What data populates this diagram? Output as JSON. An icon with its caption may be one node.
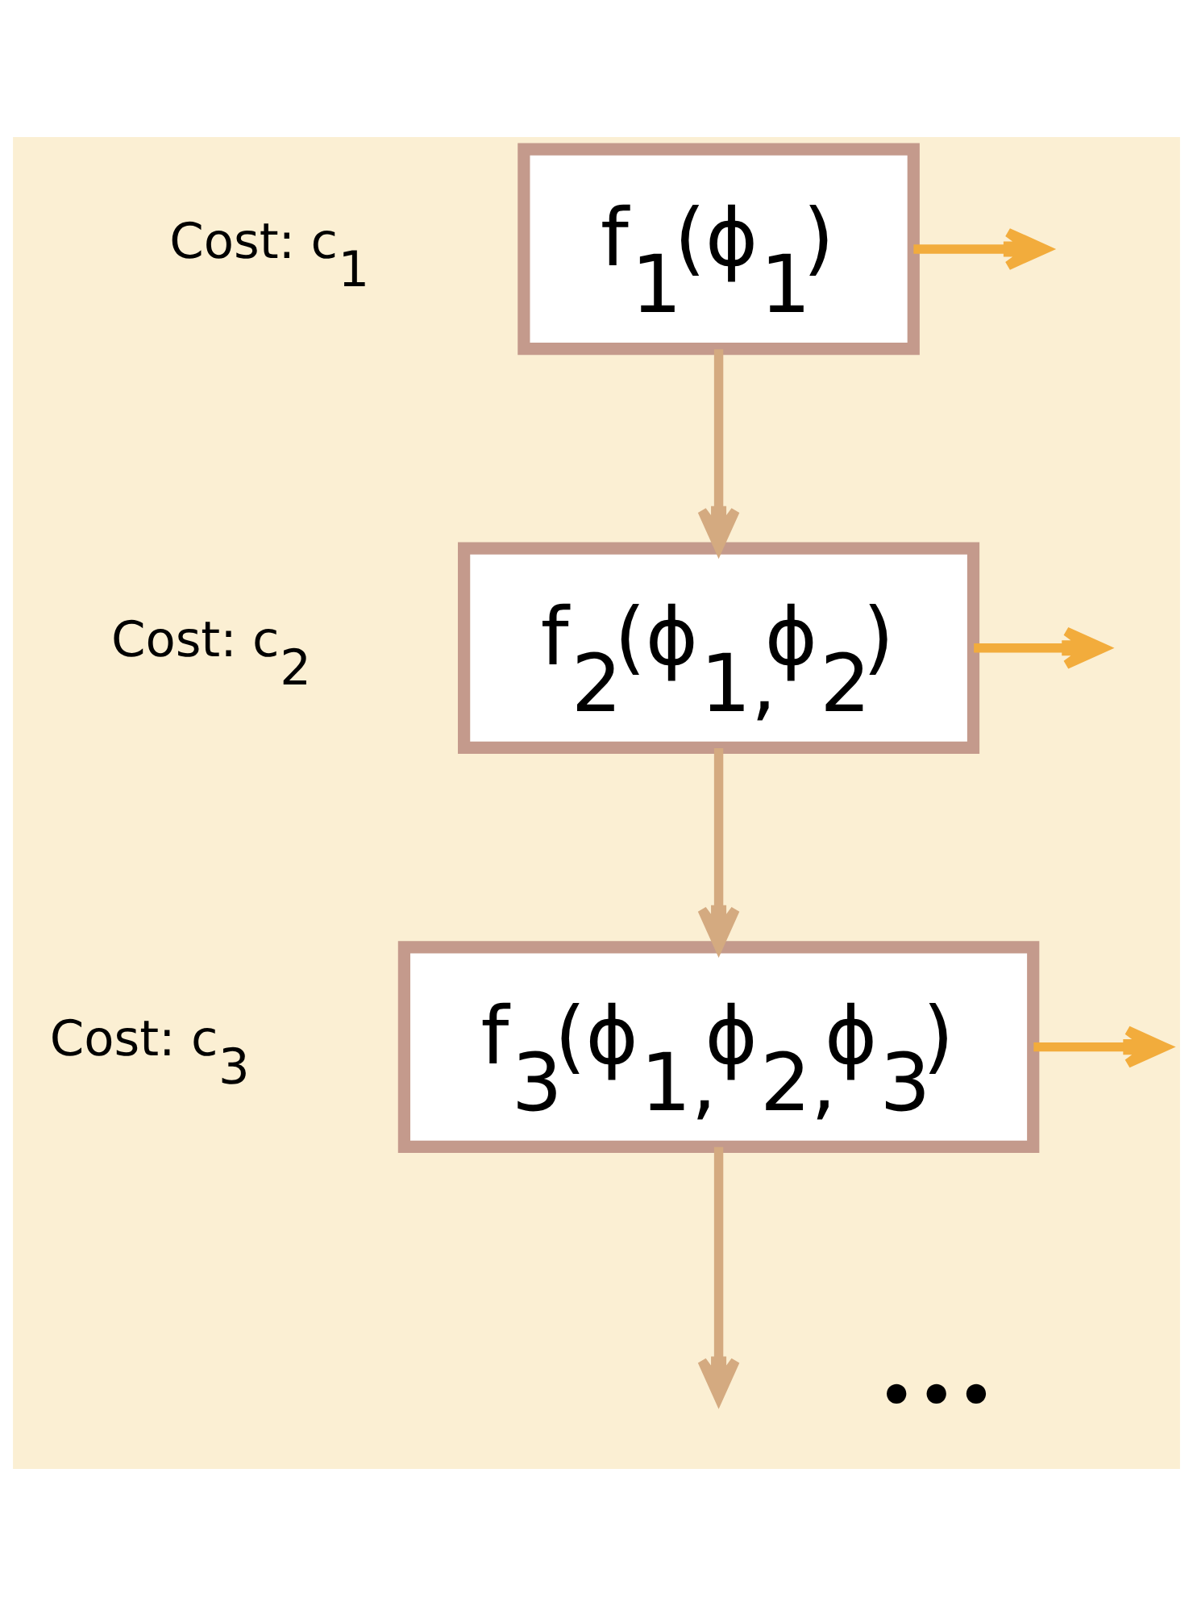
{
  "diagram": {
    "nodes": [
      {
        "text": [
          "f$_{1}$(ϕ$_{1}$)"
        ],
        "beside": [
          "Cost: c$_{1}$"
        ]
      },
      {
        "text": [
          "f$_{2}$(ϕ$_{1,}$ϕ$_{2}$)"
        ],
        "beside": [
          "Cost: c$_{2}$"
        ]
      },
      {
        "text": [
          "f$_{3}$(ϕ$_{1,}$ϕ$_{2,}$ϕ$_{3}$)"
        ],
        "beside": [
          "Cost: c$_{3}$"
        ]
      }
    ],
    "edges": [
      {
        "from": 0,
        "to": null,
        "arrow": "to",
        "color": "#f2ac3c"
      },
      {
        "from": 0,
        "to": 1,
        "arrow": "to",
        "color": "#d4aa80"
      },
      {
        "from": 1,
        "to": null,
        "arrow": "to",
        "color": "#f2ac3c"
      },
      {
        "from": 1,
        "to": 2,
        "arrow": "to",
        "color": "#d4aa80"
      },
      {
        "from": 2,
        "to": null,
        "arrow": "to",
        "color": "#d4aa80"
      },
      {
        "from": 2,
        "to": null,
        "arrow": "to",
        "color": "#f2ac3c"
      }
    ],
    "labels": [
      "•••"
    ]
  }
}
